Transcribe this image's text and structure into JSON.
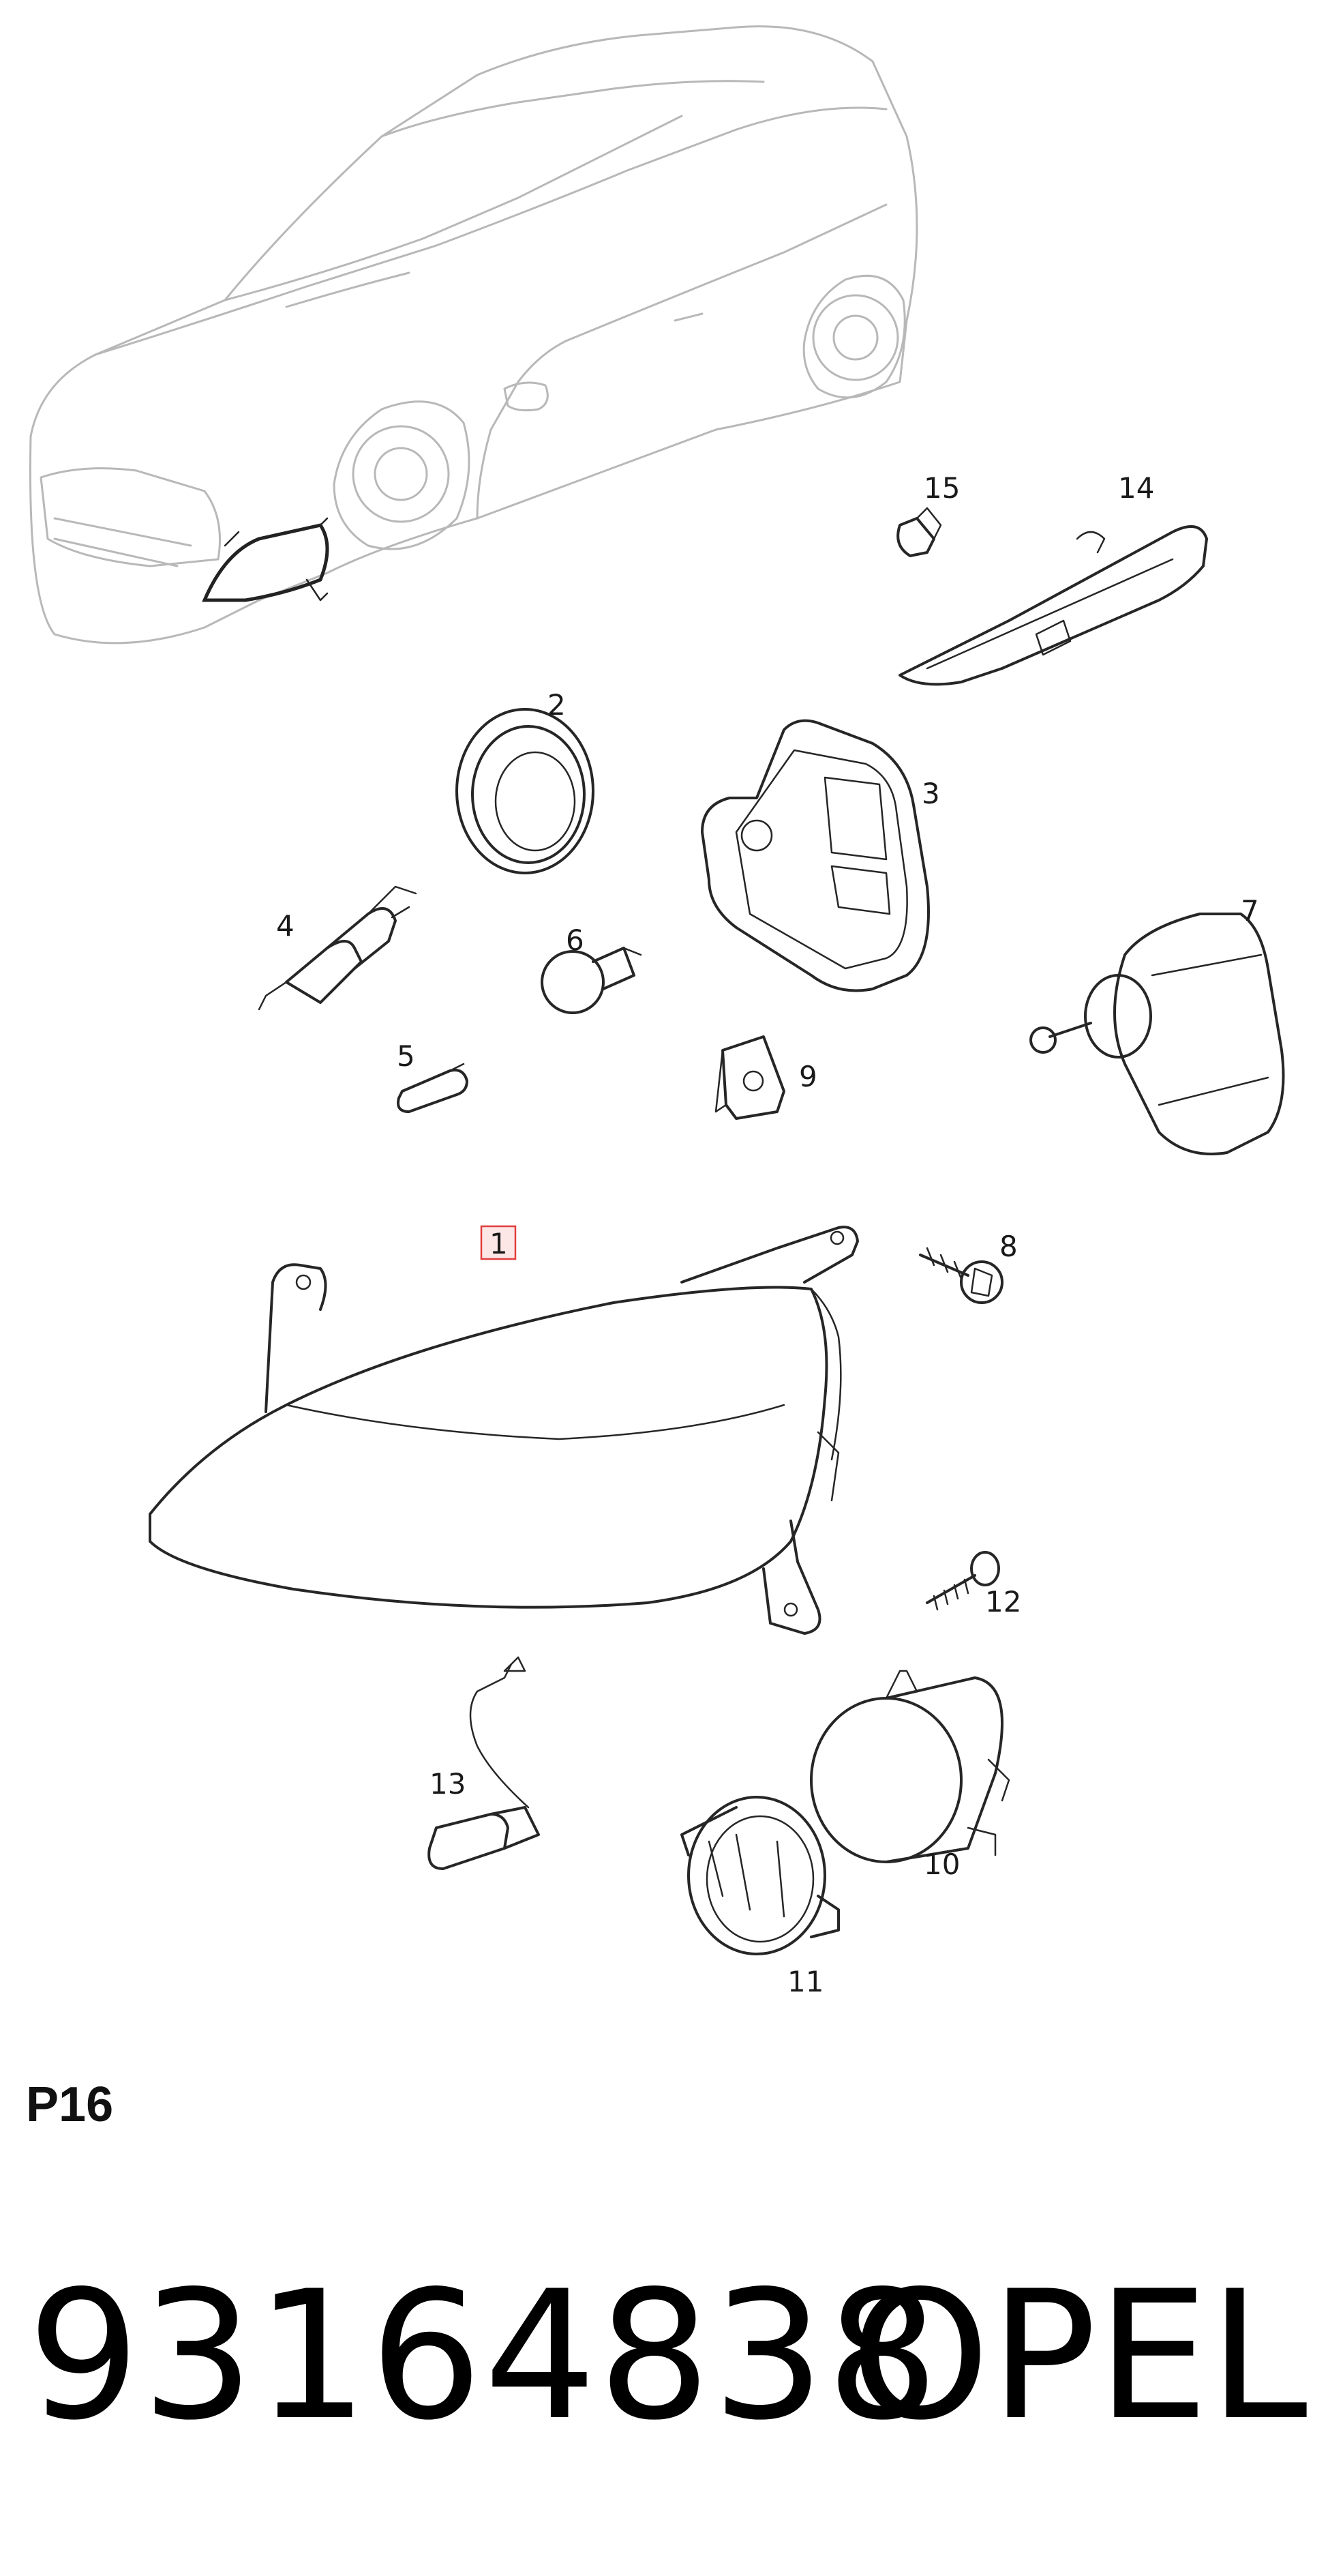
{
  "diagram": {
    "callouts": {
      "c1": "1",
      "c2": "2",
      "c3": "3",
      "c4": "4",
      "c5": "5",
      "c6": "6",
      "c7": "7",
      "c8": "8",
      "c9": "9",
      "c10": "10",
      "c11": "11",
      "c12": "12",
      "c13": "13",
      "c14": "14",
      "c15": "15"
    },
    "highlight_color": "#e23c3c",
    "highlighted_callout": "1"
  },
  "section_code": "P16",
  "footer": {
    "part_number": "93164838",
    "brand": "OPEL"
  }
}
